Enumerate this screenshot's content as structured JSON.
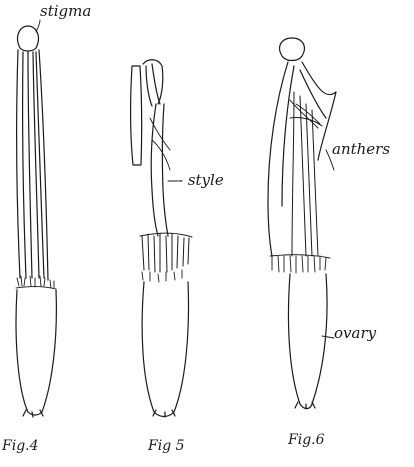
{
  "figures": [
    {
      "caption": "Fig.4"
    },
    {
      "caption": "Fig 5"
    },
    {
      "caption": "Fig.6"
    }
  ],
  "annotations": {
    "stigma": "stigma",
    "style": "- style",
    "anthers": "anthers",
    "ovary": "ovary"
  },
  "colors": {
    "ink": "#1a1a1a",
    "paper": "#ffffff"
  }
}
